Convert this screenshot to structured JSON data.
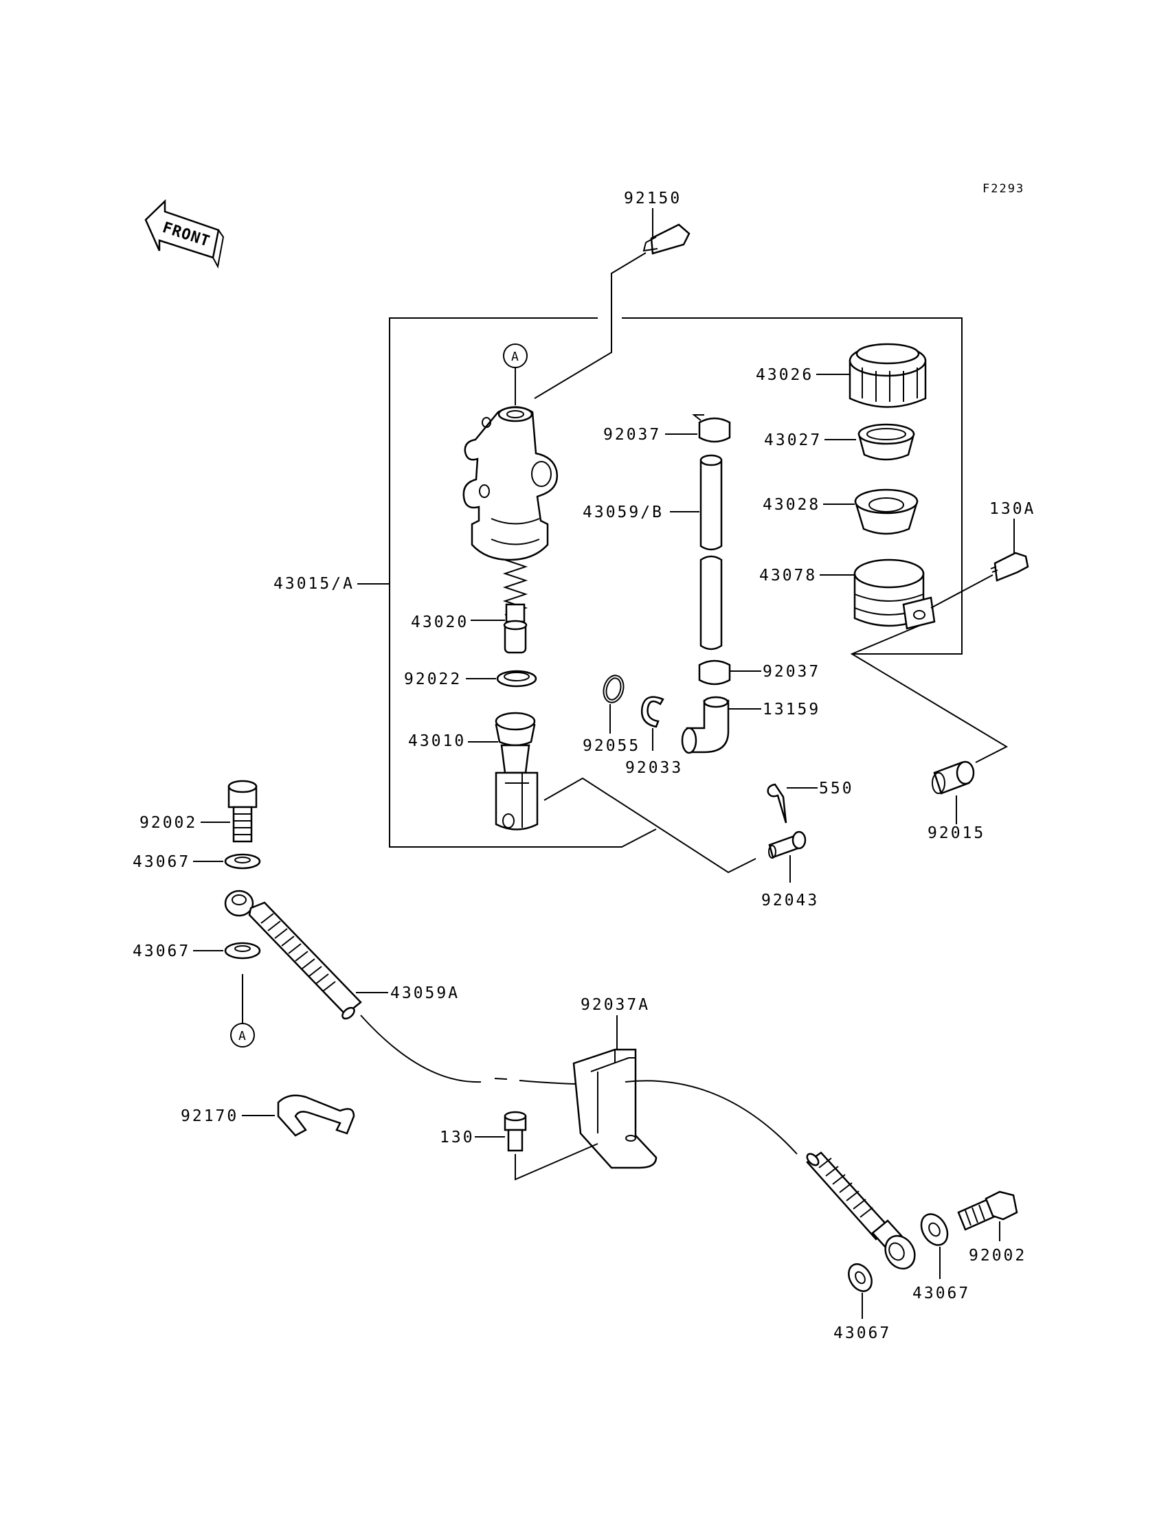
{
  "figure_code": "F2293",
  "front_label": "FRONT",
  "ref_marker": "A",
  "labels": {
    "p92150": "92150",
    "p43026": "43026",
    "p92037_top": "92037",
    "p43027": "43027",
    "p43059b": "43059/B",
    "p43028": "43028",
    "p130a": "130A",
    "p43015a": "43015/A",
    "p43078": "43078",
    "p43020": "43020",
    "p92037_bot": "92037",
    "p92022": "92022",
    "p13159": "13159",
    "p43010": "43010",
    "p92055": "92055",
    "p92033": "92033",
    "p550": "550",
    "p92015": "92015",
    "p92002_top": "92002",
    "p43067_1": "43067",
    "p92043": "92043",
    "p43067_2": "43067",
    "p43059a": "43059A",
    "p92037a": "92037A",
    "p92170": "92170",
    "p130": "130",
    "p92002_bot": "92002",
    "p43067_3": "43067",
    "p43067_4": "43067"
  }
}
